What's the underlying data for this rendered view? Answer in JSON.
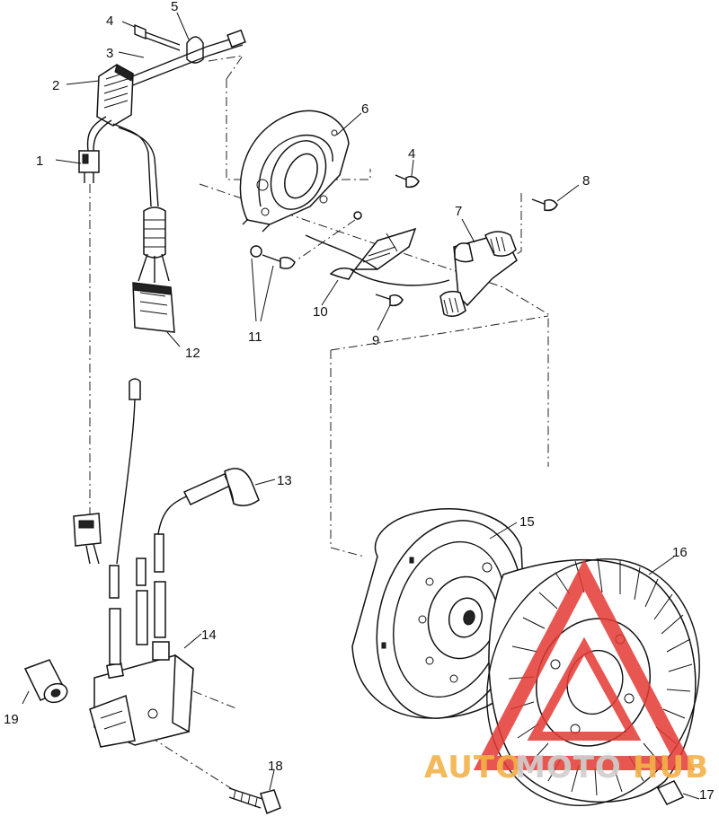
{
  "diagram": {
    "callouts": [
      {
        "id": "1",
        "label": "1"
      },
      {
        "id": "2",
        "label": "2"
      },
      {
        "id": "3",
        "label": "3"
      },
      {
        "id": "4a",
        "label": "4"
      },
      {
        "id": "5",
        "label": "5"
      },
      {
        "id": "6",
        "label": "6"
      },
      {
        "id": "4b",
        "label": "4"
      },
      {
        "id": "7",
        "label": "7"
      },
      {
        "id": "8",
        "label": "8"
      },
      {
        "id": "9",
        "label": "9"
      },
      {
        "id": "10",
        "label": "10"
      },
      {
        "id": "11",
        "label": "11"
      },
      {
        "id": "12",
        "label": "12"
      },
      {
        "id": "13",
        "label": "13"
      },
      {
        "id": "14",
        "label": "14"
      },
      {
        "id": "15",
        "label": "15"
      },
      {
        "id": "16",
        "label": "16"
      },
      {
        "id": "17",
        "label": "17"
      },
      {
        "id": "18",
        "label": "18"
      },
      {
        "id": "19",
        "label": "19"
      }
    ]
  },
  "watermark": {
    "part1": "AUTO",
    "part2": "MOTO",
    "part3": "HUB",
    "color_main": "#f2b24a",
    "color_mid": "#cfcfcf",
    "color_triangle": "#e53935"
  }
}
